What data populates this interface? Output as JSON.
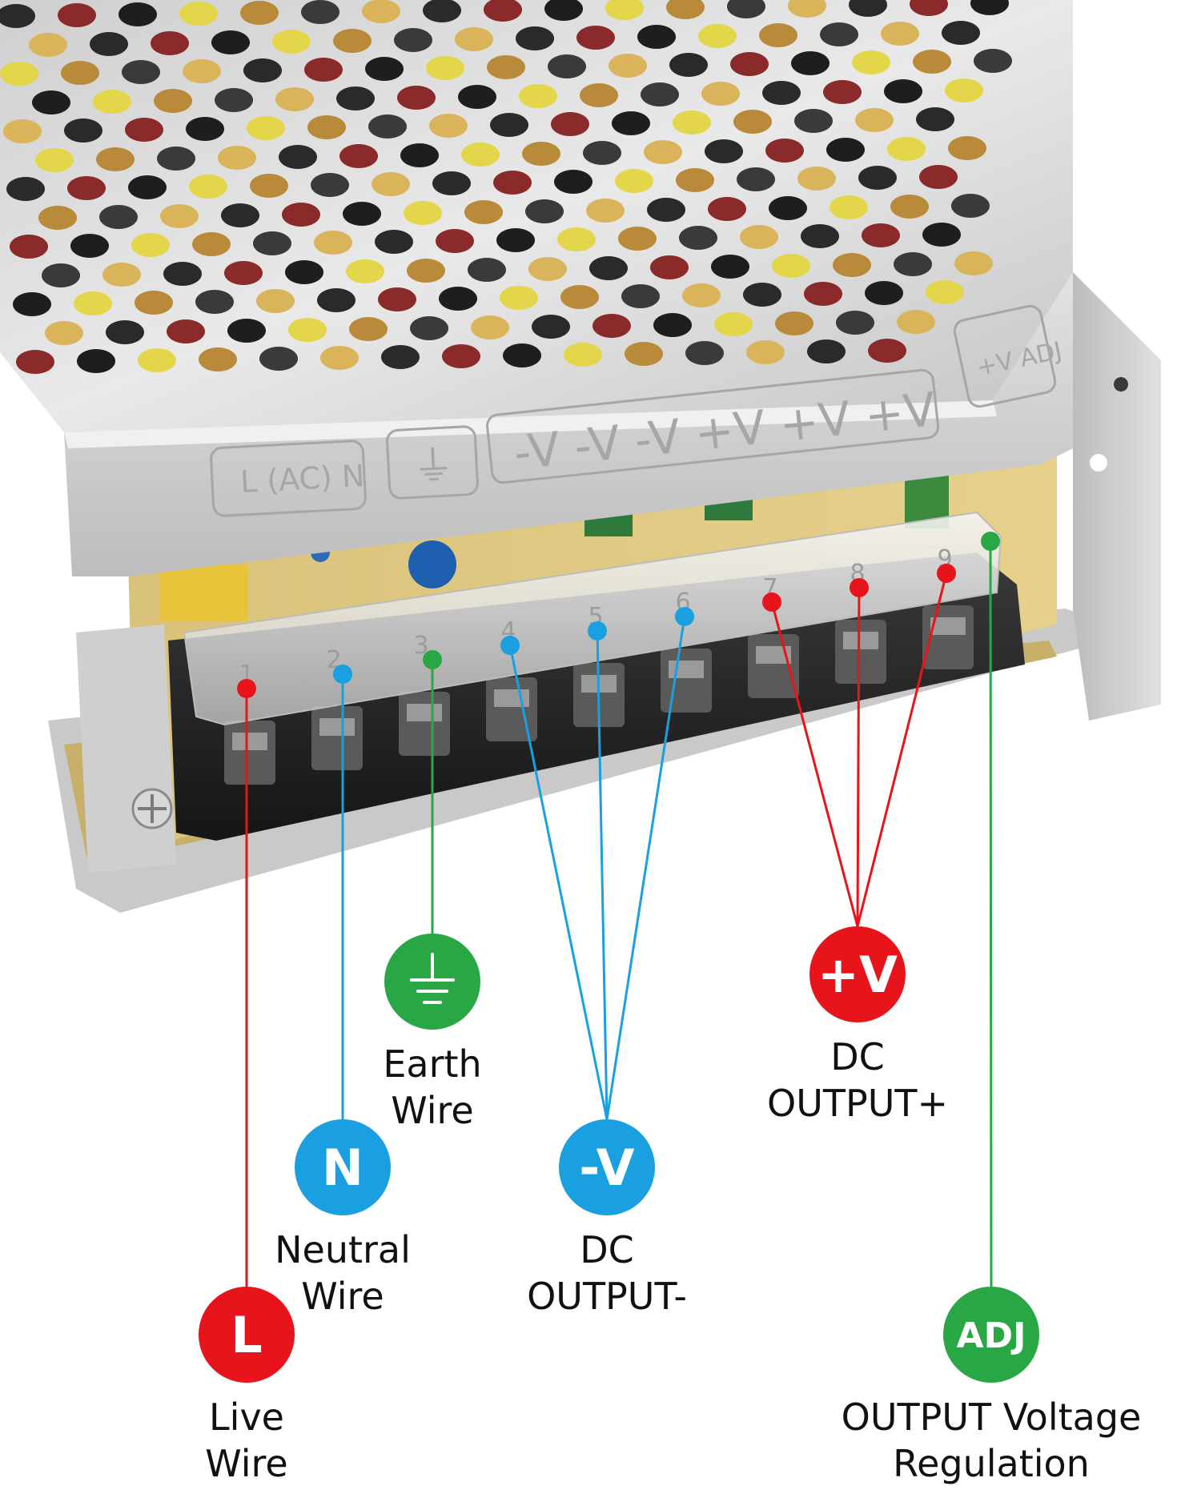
{
  "case_markings": {
    "ac": "L (AC) N",
    "earth": "⏚",
    "dc_terminals": "-V -V -V +V +V +V",
    "adj": "+V ADJ"
  },
  "terminal_numbers": [
    "1",
    "2",
    "3",
    "4",
    "5",
    "6",
    "7",
    "8",
    "9"
  ],
  "connections": [
    {
      "badge": "L",
      "color": "#e8141b",
      "label_line1": "Live",
      "label_line2": "Wire"
    },
    {
      "badge": "N",
      "color": "#1a9fe0",
      "label_line1": "Neutral",
      "label_line2": "Wire"
    },
    {
      "badge": "",
      "icon": "earth-ground-icon",
      "color": "#2aa745",
      "label_line1": "Earth",
      "label_line2": "Wire"
    },
    {
      "badge": "-V",
      "color": "#1a9fe0",
      "label_line1": "DC",
      "label_line2": "OUTPUT-"
    },
    {
      "badge": "+V",
      "color": "#e8141b",
      "label_line1": "DC",
      "label_line2": "OUTPUT+"
    },
    {
      "badge": "ADJ",
      "color": "#2aa745",
      "label_line1": "OUTPUT Voltage",
      "label_line2": "Regulation"
    }
  ]
}
